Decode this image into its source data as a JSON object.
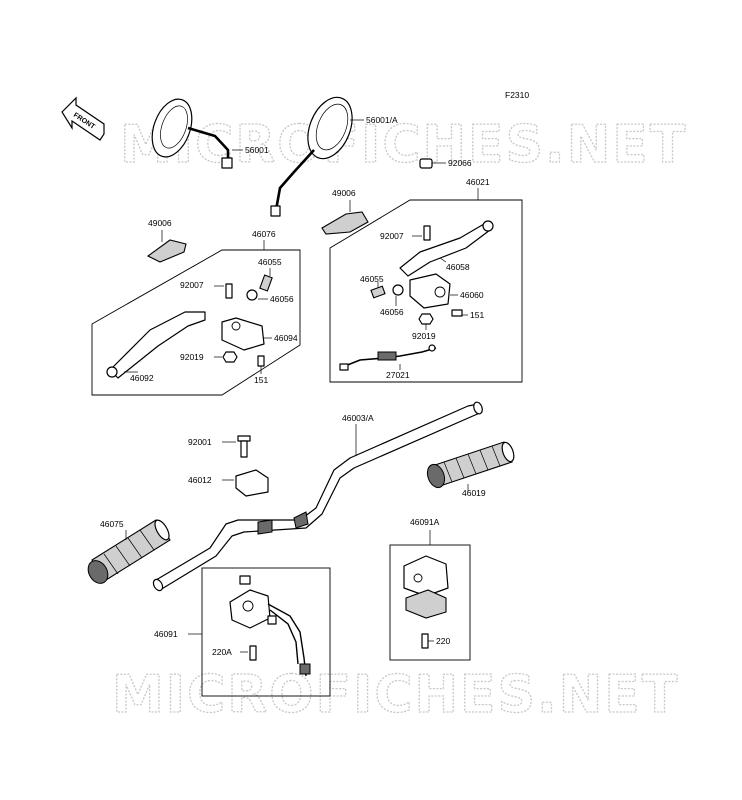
{
  "figure_code": "F2310",
  "front_arrow_label": "FRONT",
  "watermark_text": "MICROFICHES.NET",
  "labels": {
    "p56001": "56001",
    "p56001A": "56001/A",
    "p92066": "92066",
    "p46021": "46021",
    "p49006_right": "49006",
    "p49006_left": "49006",
    "p46076": "46076",
    "p92007_right": "92007",
    "p46058": "46058",
    "p46055_left": "46055",
    "p46056_left": "46056",
    "p92007_left": "92007",
    "p46055_right": "46055",
    "p46060": "46060",
    "p46056_right": "46056",
    "p151_right": "151",
    "p46094": "46094",
    "p92019_right": "92019",
    "p92019_left": "92019",
    "p46092": "46092",
    "p151_left": "151",
    "p27021": "27021",
    "p46003A": "46003/A",
    "p92001": "92001",
    "p46012": "46012",
    "p46019": "46019",
    "p46075": "46075",
    "p46091A": "46091A",
    "p46091": "46091",
    "p220A": "220A",
    "p220": "220"
  }
}
